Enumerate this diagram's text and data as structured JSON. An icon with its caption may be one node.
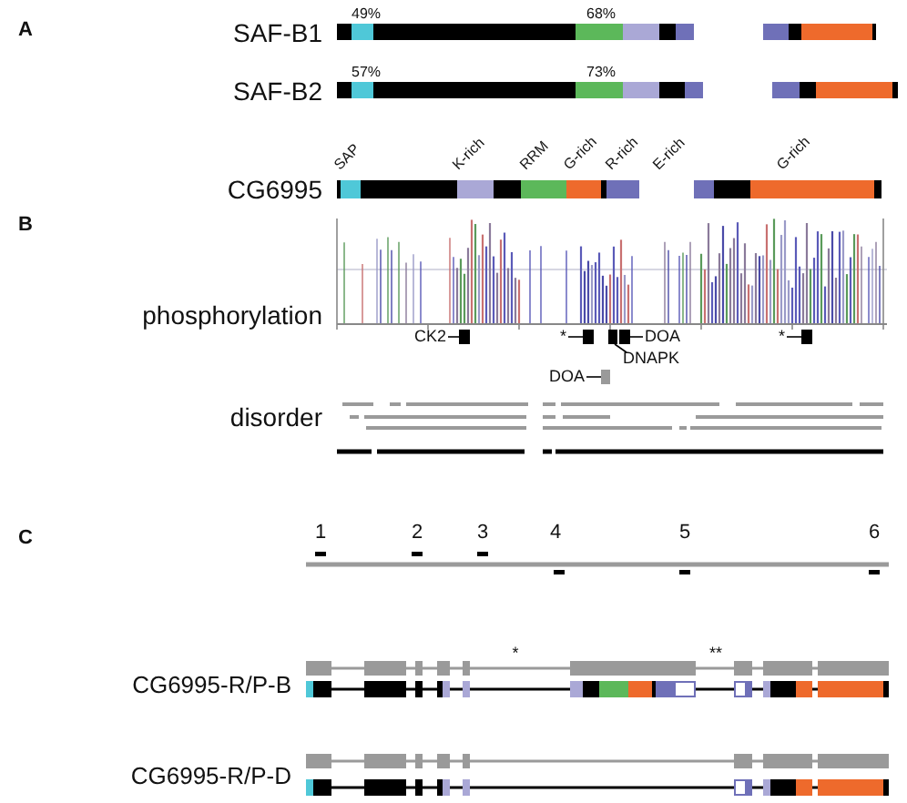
{
  "diagram": {
    "nodes": [
      {
        "text": [
          "CK2"
        ]
      },
      {
        "text": [],
        "shape": "box"
      },
      {
        "text": [
          "*"
        ]
      },
      {
        "text": [],
        "shape": "box"
      },
      {
        "text": [],
        "shape": "box"
      },
      {
        "text": [],
        "shape": "box"
      },
      {
        "text": [
          "DOA"
        ]
      },
      {
        "text": [
          "DNAPK"
        ]
      },
      {
        "text": [
          "DOA"
        ]
      },
      {
        "text": [],
        "shape": "box"
      },
      {
        "text": [
          "*"
        ]
      },
      {
        "text": [],
        "shape": "box"
      }
    ],
    "edges": [
      {
        "from": 0,
        "to": 1,
        "arrow": "none"
      },
      {
        "from": 2,
        "to": 3,
        "arrow": "none"
      },
      {
        "from": 6,
        "to": 5,
        "arrow": "none"
      },
      {
        "from": 7,
        "to": 4,
        "arrow": "none"
      },
      {
        "from": 8,
        "to": 9,
        "arrow": "none"
      },
      {
        "from": 10,
        "to": 11,
        "arrow": "none"
      }
    ],
    "labels": [
      "A",
      "SAF-B1",
      "49%",
      "68%",
      "SAF-B2",
      "57%",
      "73%",
      "CG6995",
      "SAP",
      "K-rich",
      "RRM",
      "G-rich",
      "R-rich",
      "E-rich",
      "G-rich",
      "B",
      "phosphorylation",
      "disorder",
      "C",
      "1",
      "2",
      "3",
      "4",
      "5",
      "6",
      "*",
      "**",
      "CG6995-R/P-B",
      "CG6995-R/P-D"
    ]
  }
}
